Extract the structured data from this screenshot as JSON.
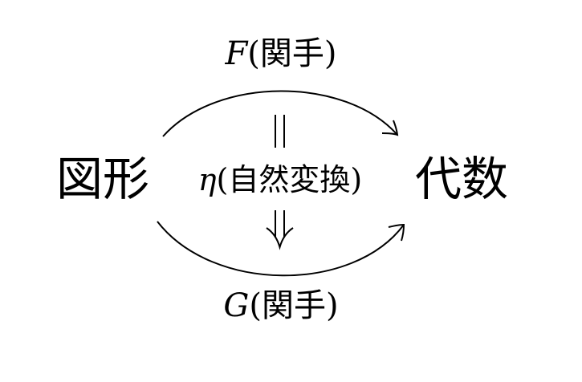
{
  "diagram": {
    "source_node": {
      "label": "図形"
    },
    "target_node": {
      "label": "代数"
    },
    "top_arrow": {
      "symbol": "F",
      "paren_open": "(",
      "name": "関手",
      "paren_close": ")"
    },
    "bottom_arrow": {
      "symbol": "G",
      "paren_open": "(",
      "name": "関手",
      "paren_close": ")"
    },
    "natural_transformation": {
      "symbol": "η",
      "paren_open": "(",
      "name": "自然変換",
      "paren_close": ")",
      "arrow_glyph": "⇓"
    },
    "colors": {
      "ink": "#000000",
      "background": "#ffffff"
    }
  }
}
